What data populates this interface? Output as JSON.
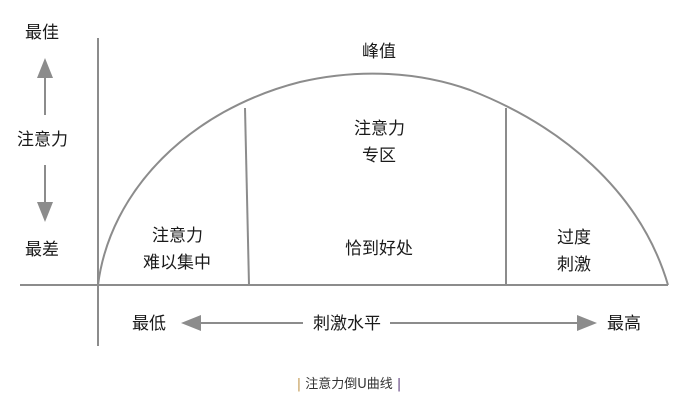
{
  "diagram": {
    "y_axis": {
      "top_label": "最佳",
      "middle_label": "注意力",
      "bottom_label": "最差"
    },
    "x_axis": {
      "left_label": "最低",
      "middle_label": "刺激水平",
      "right_label": "最高"
    },
    "peak_label": "峰值",
    "zones": [
      {
        "line1": "注意力",
        "line2": "难以集中"
      },
      {
        "line1": "注意力",
        "line2": "专区",
        "center_label": "恰到好处"
      },
      {
        "line1": "过度",
        "line2": "刺激"
      }
    ],
    "caption": {
      "left_bar": "|",
      "text": "注意力倒U曲线",
      "right_bar": "|"
    },
    "colors": {
      "line": "#8c8c8c",
      "text": "#1a1a1a"
    }
  }
}
